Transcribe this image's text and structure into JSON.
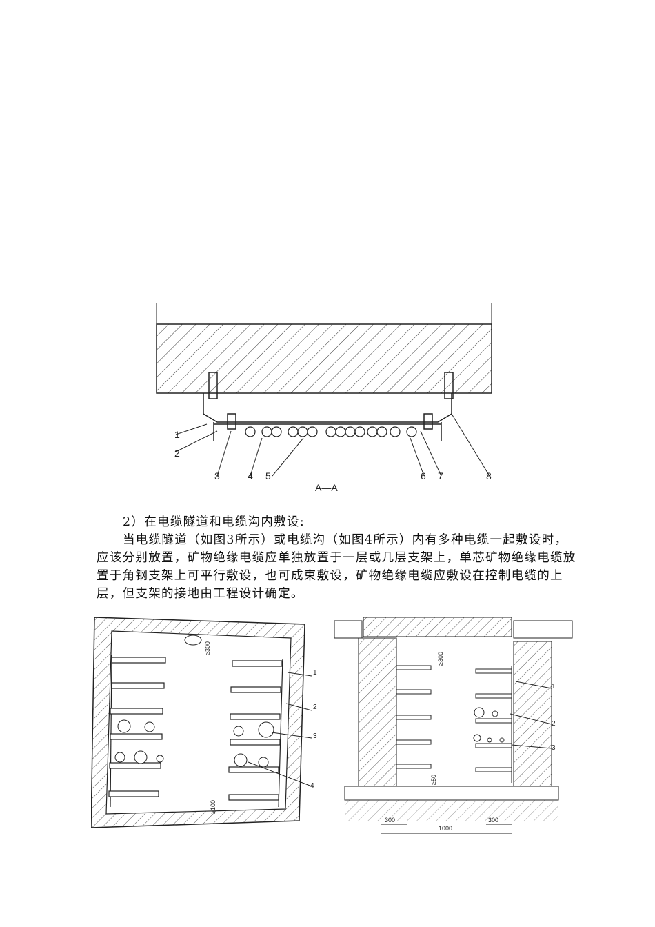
{
  "figure_aa": {
    "section_label": "A—A",
    "callouts": [
      "1",
      "2",
      "3",
      "4",
      "5",
      "6",
      "7",
      "8"
    ]
  },
  "section": {
    "heading": "2）在电缆隧道和电缆沟内敷设:",
    "paragraph": "当电缆隧道（如图3所示）或电缆沟（如图4所示）内有多种电缆一起敷设时，应该分别放置，矿物绝缘电缆应单独放置于一层或几层支架上，单芯矿物绝缘电缆放置于角钢支架上可平行敷设，也可成束敷设，矿物绝缘电缆应敷设在控制电缆的上层，但支架的接地由工程设计确定。"
  },
  "figure_tunnel": {
    "dim_top": "≥300",
    "dim_bottom": "≥100",
    "callouts": [
      "1",
      "2",
      "3",
      "4"
    ]
  },
  "figure_trench": {
    "dim_top": "≥300",
    "dim_bottom": "≥50",
    "dim_left": "300",
    "dim_right": "300",
    "dim_width": "1000",
    "callouts": [
      "1",
      "2",
      "3"
    ]
  }
}
